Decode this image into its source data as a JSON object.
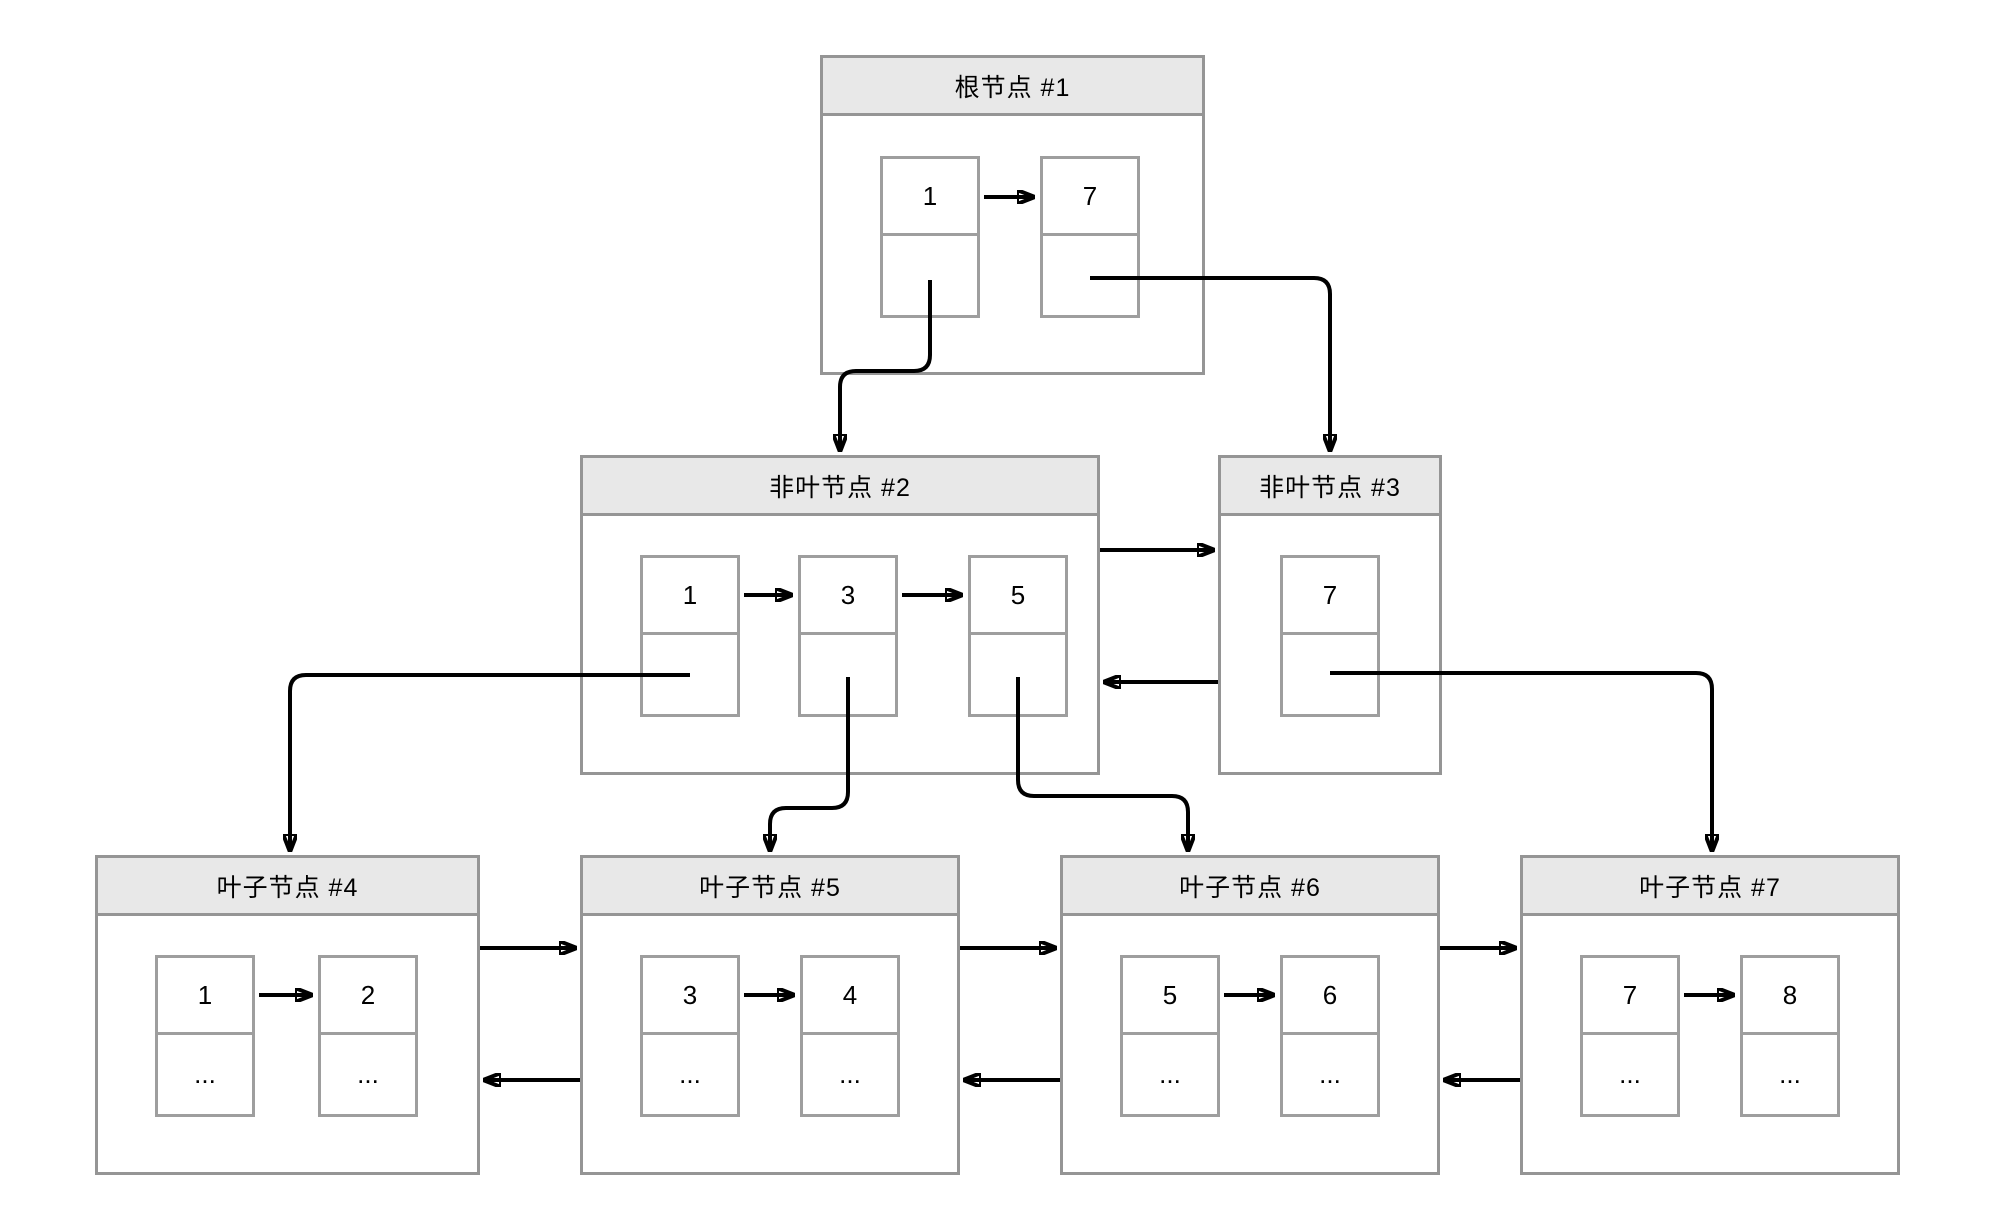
{
  "diagram": {
    "kind": "bplus-tree-index",
    "background": "#ffffff",
    "node_border_color": "#959595",
    "cell_border_color": "#9e9e9e",
    "title_bg_color": "#e8e8e8",
    "arrow_color": "#000000",
    "text_color": "#000000"
  },
  "nodes": [
    {
      "id": "root",
      "title": "根节点 #1",
      "cells": [
        {
          "key": "1",
          "ptr": ""
        },
        {
          "key": "7",
          "ptr": ""
        }
      ]
    },
    {
      "id": "internal2",
      "title": "非叶节点 #2",
      "cells": [
        {
          "key": "1",
          "ptr": ""
        },
        {
          "key": "3",
          "ptr": ""
        },
        {
          "key": "5",
          "ptr": ""
        }
      ]
    },
    {
      "id": "internal3",
      "title": "非叶节点 #3",
      "cells": [
        {
          "key": "7",
          "ptr": ""
        }
      ]
    },
    {
      "id": "leaf4",
      "title": "叶子节点 #4",
      "cells": [
        {
          "key": "1",
          "ptr": "..."
        },
        {
          "key": "2",
          "ptr": "..."
        }
      ]
    },
    {
      "id": "leaf5",
      "title": "叶子节点 #5",
      "cells": [
        {
          "key": "3",
          "ptr": "..."
        },
        {
          "key": "4",
          "ptr": "..."
        }
      ]
    },
    {
      "id": "leaf6",
      "title": "叶子节点 #6",
      "cells": [
        {
          "key": "5",
          "ptr": "..."
        },
        {
          "key": "6",
          "ptr": "..."
        }
      ]
    },
    {
      "id": "leaf7",
      "title": "叶子节点 #7",
      "cells": [
        {
          "key": "7",
          "ptr": "..."
        },
        {
          "key": "8",
          "ptr": "..."
        }
      ]
    }
  ],
  "edges": [
    {
      "from": "root.key1",
      "to": "root.key7",
      "type": "key-order"
    },
    {
      "from": "internal2.key1",
      "to": "internal2.key3",
      "type": "key-order"
    },
    {
      "from": "internal2.key3",
      "to": "internal2.key5",
      "type": "key-order"
    },
    {
      "from": "leaf4.key1",
      "to": "leaf4.key2",
      "type": "key-order"
    },
    {
      "from": "leaf5.key3",
      "to": "leaf5.key4",
      "type": "key-order"
    },
    {
      "from": "leaf6.key5",
      "to": "leaf6.key6",
      "type": "key-order"
    },
    {
      "from": "leaf7.key7",
      "to": "leaf7.key8",
      "type": "key-order"
    },
    {
      "from": "root.key1.ptr",
      "to": "internal2",
      "type": "child"
    },
    {
      "from": "root.key7.ptr",
      "to": "internal3",
      "type": "child"
    },
    {
      "from": "internal2.key1.ptr",
      "to": "leaf4",
      "type": "child"
    },
    {
      "from": "internal2.key3.ptr",
      "to": "leaf5",
      "type": "child"
    },
    {
      "from": "internal2.key5.ptr",
      "to": "leaf6",
      "type": "child"
    },
    {
      "from": "internal3.key7.ptr",
      "to": "leaf7",
      "type": "child"
    },
    {
      "from": "internal2",
      "to": "internal3",
      "type": "sibling-next"
    },
    {
      "from": "internal3",
      "to": "internal2",
      "type": "sibling-prev"
    },
    {
      "from": "leaf4",
      "to": "leaf5",
      "type": "sibling-next"
    },
    {
      "from": "leaf5",
      "to": "leaf4",
      "type": "sibling-prev"
    },
    {
      "from": "leaf5",
      "to": "leaf6",
      "type": "sibling-next"
    },
    {
      "from": "leaf6",
      "to": "leaf5",
      "type": "sibling-prev"
    },
    {
      "from": "leaf6",
      "to": "leaf7",
      "type": "sibling-next"
    },
    {
      "from": "leaf7",
      "to": "leaf6",
      "type": "sibling-prev"
    }
  ]
}
